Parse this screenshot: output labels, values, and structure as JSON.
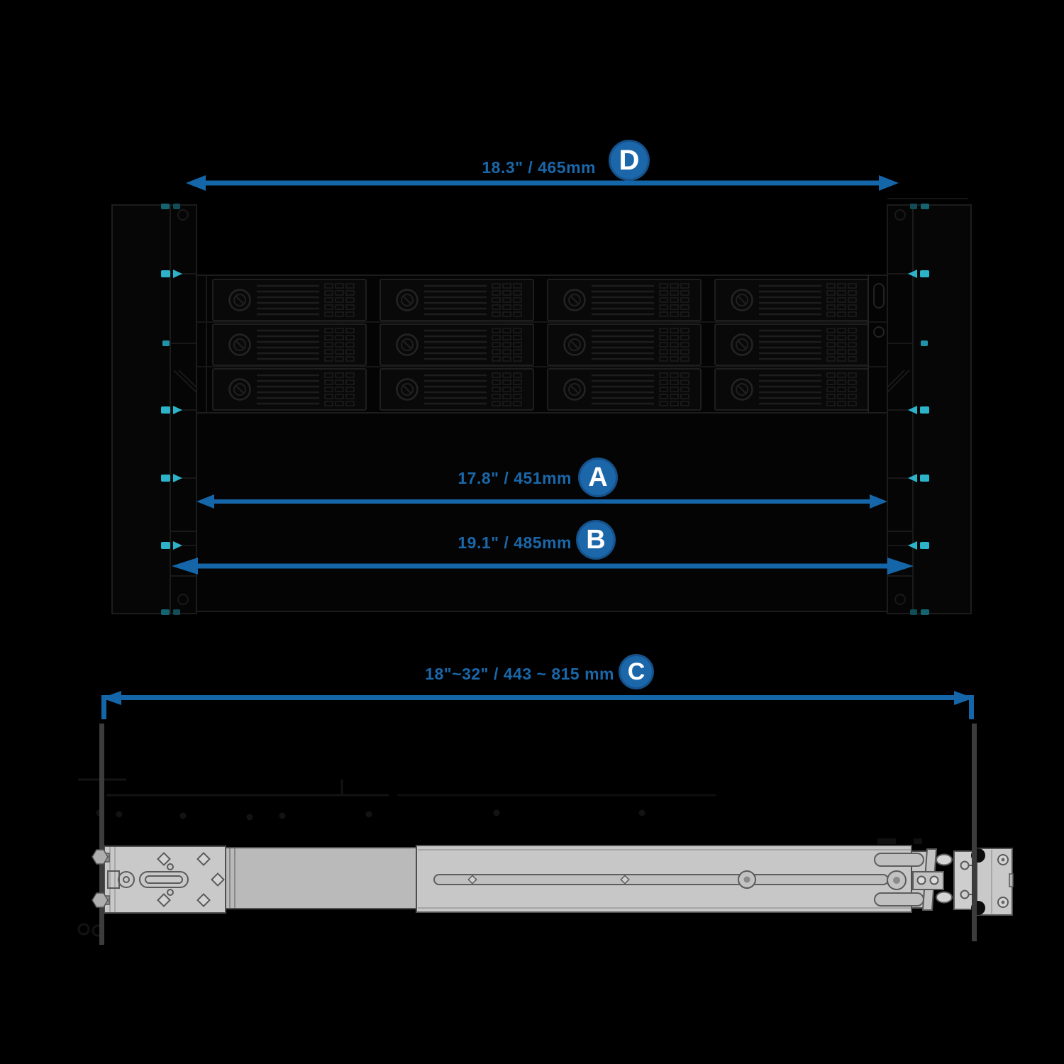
{
  "diagram": {
    "type": "rack-rail-dimension-diagram",
    "views": {
      "top": "chassis front view between rack posts",
      "bottom": "slide rail side view"
    },
    "dimensions": {
      "d": {
        "letter": "D",
        "label": "18.3\" / 465mm"
      },
      "a": {
        "letter": "A",
        "label": "17.8\" / 451mm"
      },
      "b": {
        "letter": "B",
        "label": "19.1\" / 485mm"
      },
      "c": {
        "letter": "C",
        "label": "18\"~32\" / 443 ~ 815 mm"
      }
    },
    "colors": {
      "background": "#000000",
      "dimension_blue": "#1566a8",
      "badge_blue": "#1c67aa",
      "badge_letter_color": "#ffffff",
      "mounting_marker_teal": "#2db3c9",
      "rail_gray": "#c7c7c7",
      "rail_stroke": "#4f4f4f",
      "extension_line_gray": "#3c3c3c",
      "ghost_outline": "#1c1c1c"
    }
  }
}
